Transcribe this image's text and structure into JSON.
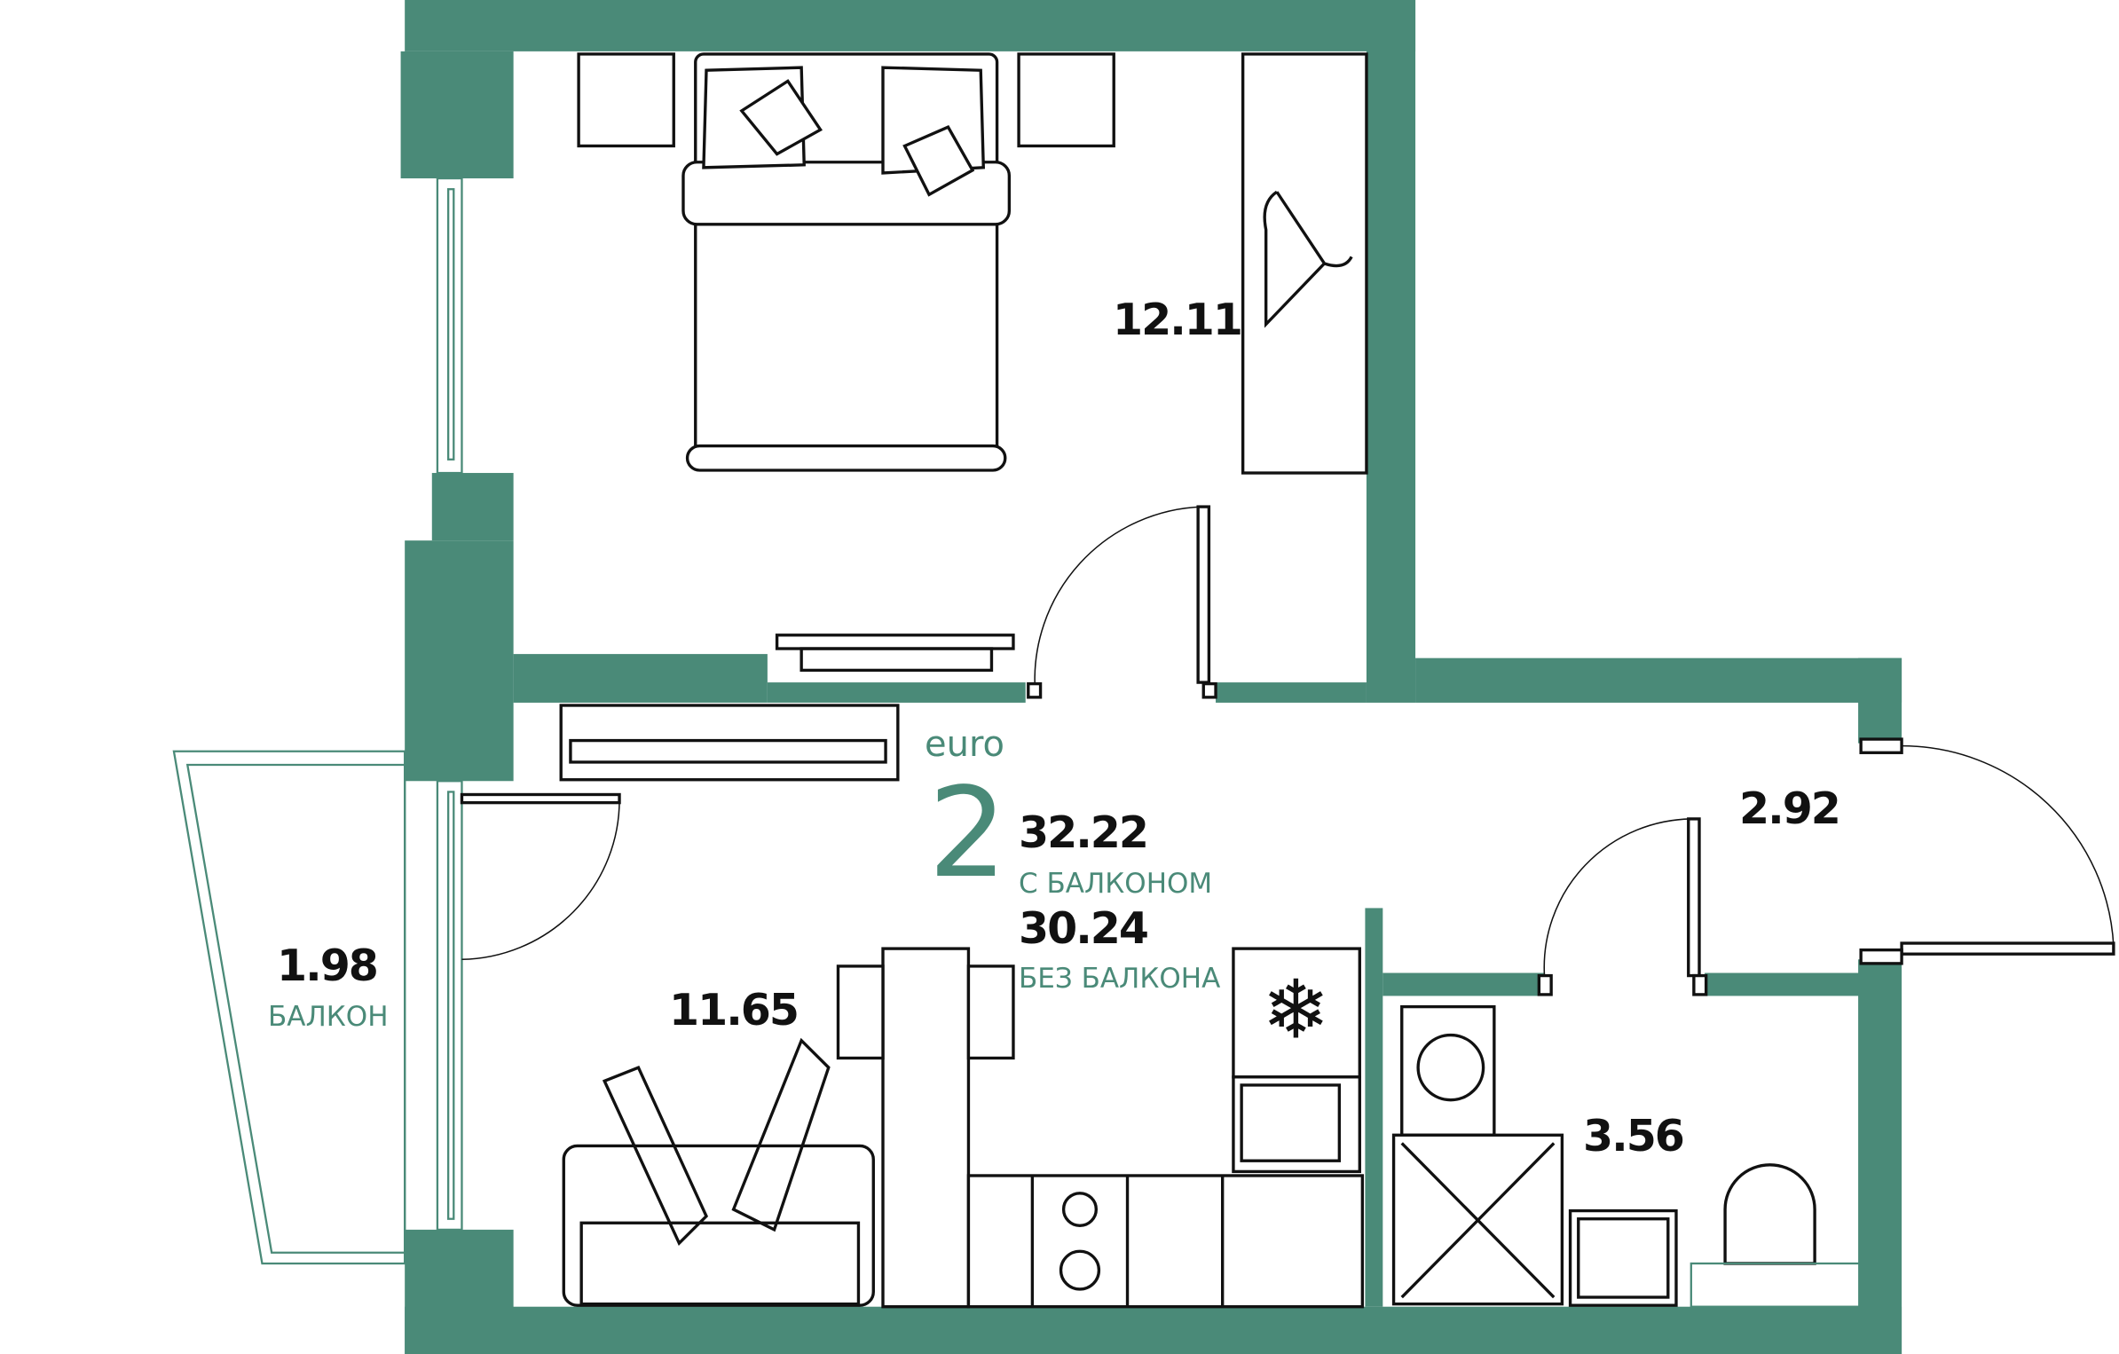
{
  "plan": {
    "type_label": "euro",
    "rooms_count": "2",
    "total_with_balcony": "32.22",
    "with_balcony_label": "С БАЛКОНОМ",
    "total_without_balcony": "30.24",
    "without_balcony_label": "БЕЗ БАЛКОНА"
  },
  "rooms": {
    "bedroom_area": "12.11",
    "living_kitchen_area": "11.65",
    "balcony_area": "1.98",
    "balcony_label": "БАЛКОН",
    "hall_area": "2.92",
    "bathroom_area": "3.56"
  },
  "colors": {
    "wall": "#4a8a78",
    "accent": "#4a8a78"
  }
}
